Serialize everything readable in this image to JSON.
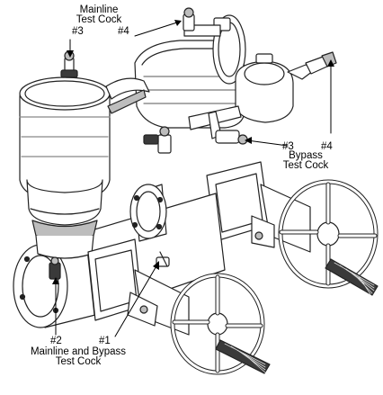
{
  "labels": {
    "mainline_test_cock": {
      "line1": "Mainline",
      "line2": "Test Cock"
    },
    "top_num3": "#3",
    "top_num4": "#4",
    "bypass_num3": "#3",
    "bypass_num4": "#4",
    "bypass_test_cock": {
      "line1": "Bypass",
      "line2": "Test Cock"
    },
    "bottom_num2": "#2",
    "bottom_num1": "#1",
    "mainline_and_bypass_test_cock": {
      "line1": "Mainline and Bypass",
      "line2": "Test Cock"
    }
  },
  "colors": {
    "line": "#222222",
    "fill": "#ffffff",
    "shade": "#bdbdbd",
    "dark": "#3a3a3a"
  },
  "icons": [
    "backflow-preventer-assembly-icon",
    "gate-valve-handwheel-icon",
    "test-cock-icon",
    "arrow-pointer-icon"
  ]
}
